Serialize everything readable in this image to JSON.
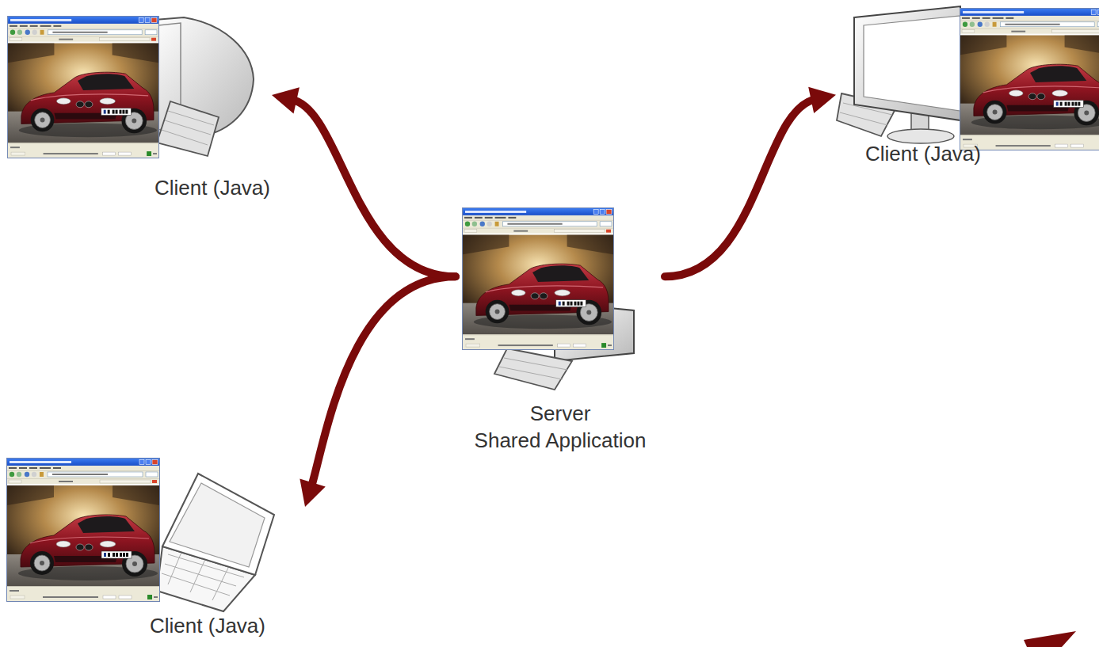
{
  "diagram": {
    "nodes": [
      {
        "text": [
          "Client (Java)"
        ]
      },
      {
        "text": [
          "Client (Java)"
        ]
      },
      {
        "text": [
          "Server",
          "Shared Application"
        ]
      },
      {
        "text": [
          "Client (Java)"
        ]
      }
    ],
    "edges": [
      {
        "from": 2,
        "to": 0,
        "arrow": "to"
      },
      {
        "from": 2,
        "to": 1,
        "arrow": "to"
      },
      {
        "from": 2,
        "to": 3,
        "arrow": "to"
      }
    ]
  }
}
